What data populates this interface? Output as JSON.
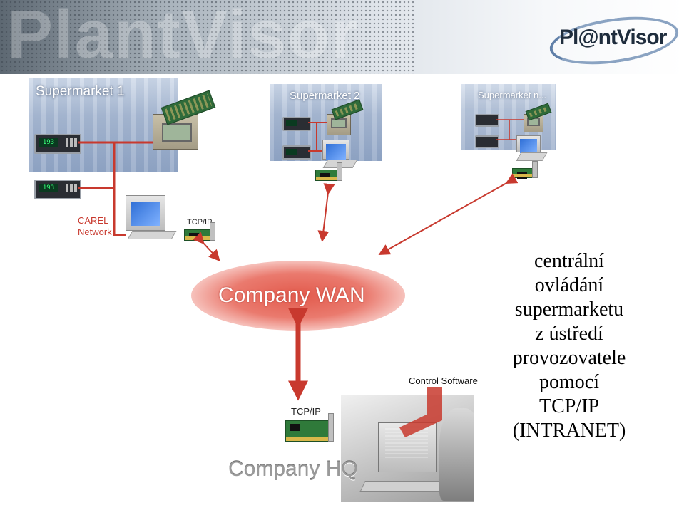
{
  "header": {
    "logo_text": "Pl@ntVisor",
    "banner_ghost_text": "PlantVisor"
  },
  "diagram": {
    "sites": [
      {
        "title": "Supermarket 1"
      },
      {
        "title": "Supermarket 2"
      },
      {
        "title": "Supermarket n..."
      }
    ],
    "controller_readout": "193",
    "carel_network_label": [
      "CAREL",
      "Network"
    ],
    "tcpip_label": "TCP/IP",
    "wan_label": "Company WAN",
    "hq_label": "Company HQ",
    "control_software_label": "Control Software",
    "hq_tcpip_label": "TCP/IP"
  },
  "description_lines": [
    "centrální",
    "ovládání",
    "supermarketu",
    "z ústředí",
    "provozovatele",
    "pomocí",
    "TCP/IP",
    "(INTRANET)"
  ],
  "colors": {
    "link_red": "#c8392e",
    "wan_fill": "#e25a4c",
    "banner_dark": "#5d6872"
  }
}
